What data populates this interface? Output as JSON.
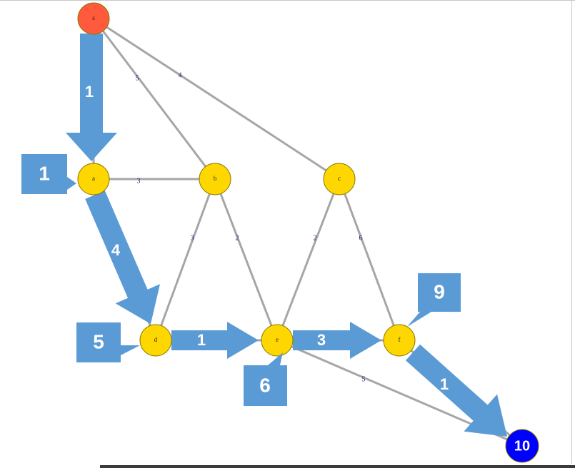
{
  "colors": {
    "source_node": "#ff5a3c",
    "normal_node": "#ffd700",
    "target_node": "#0000ff",
    "edge": "#a6a6a6",
    "arrow": "#5b9bd5"
  },
  "nodes": [
    {
      "id": "s",
      "label": "s",
      "kind": "source"
    },
    {
      "id": "a",
      "label": "a",
      "kind": "normal"
    },
    {
      "id": "b",
      "label": "b",
      "kind": "normal"
    },
    {
      "id": "c",
      "label": "c",
      "kind": "normal"
    },
    {
      "id": "d",
      "label": "d",
      "kind": "normal"
    },
    {
      "id": "e",
      "label": "e",
      "kind": "normal"
    },
    {
      "id": "f",
      "label": "f",
      "kind": "normal"
    },
    {
      "id": "t",
      "label": "10",
      "kind": "target"
    }
  ],
  "edges": [
    {
      "from": "s",
      "to": "a",
      "weight": ""
    },
    {
      "from": "s",
      "to": "b",
      "weight": "5"
    },
    {
      "from": "s",
      "to": "c",
      "weight": "4"
    },
    {
      "from": "a",
      "to": "b",
      "weight": "3"
    },
    {
      "from": "a",
      "to": "d",
      "weight": ""
    },
    {
      "from": "b",
      "to": "d",
      "weight": "3"
    },
    {
      "from": "b",
      "to": "e",
      "weight": "2"
    },
    {
      "from": "c",
      "to": "e",
      "weight": "2"
    },
    {
      "from": "c",
      "to": "f",
      "weight": "6"
    },
    {
      "from": "d",
      "to": "e",
      "weight": ""
    },
    {
      "from": "e",
      "to": "f",
      "weight": ""
    },
    {
      "from": "e",
      "to": "t",
      "weight": "5"
    },
    {
      "from": "f",
      "to": "t",
      "weight": ""
    }
  ],
  "path_arrows": [
    {
      "from": "s",
      "to": "a",
      "label": "1"
    },
    {
      "from": "a",
      "to": "d",
      "label": "4"
    },
    {
      "from": "d",
      "to": "e",
      "label": "1"
    },
    {
      "from": "e",
      "to": "f",
      "label": "3"
    },
    {
      "from": "f",
      "to": "t",
      "label": "1"
    }
  ],
  "distance_callouts": [
    {
      "node": "a",
      "label": "1"
    },
    {
      "node": "d",
      "label": "5"
    },
    {
      "node": "e",
      "label": "6"
    },
    {
      "node": "f",
      "label": "9"
    }
  ]
}
